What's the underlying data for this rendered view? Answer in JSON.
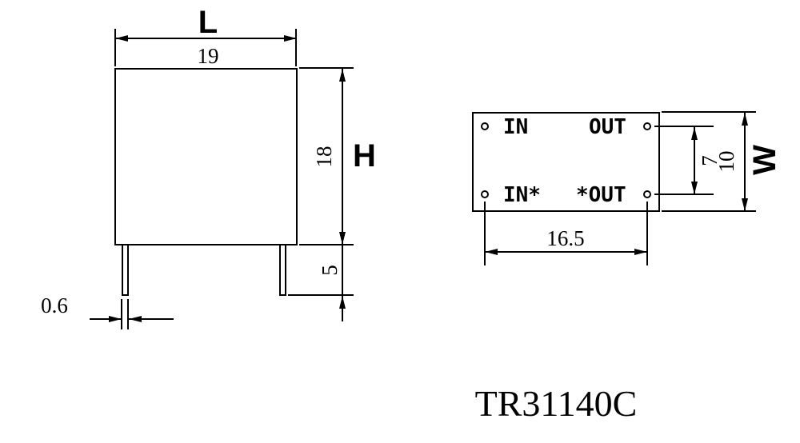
{
  "title": {
    "part_number": "TR31140C"
  },
  "front_view": {
    "length_letter": "L",
    "length_value": "19",
    "height_value": "18",
    "height_letter": "H",
    "pin_length_value": "5",
    "pin_width_value": "0.6"
  },
  "top_view": {
    "pin_labels": {
      "top_left": "IN",
      "top_right": "OUT",
      "bottom_left": "IN*",
      "bottom_right": "*OUT"
    },
    "pin_row_pitch_value": "7",
    "width_value": "10",
    "width_letter": "W",
    "pin_column_pitch_value": "16.5"
  },
  "colors": {
    "line": "#000000",
    "background": "#ffffff"
  }
}
